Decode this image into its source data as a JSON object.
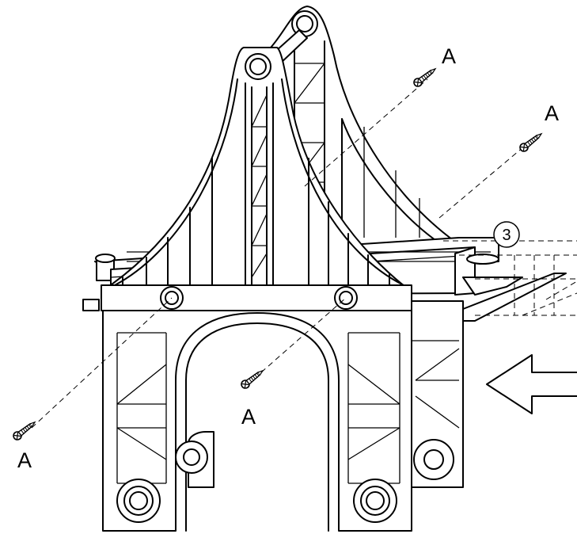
{
  "labels": {
    "screw_label": "A",
    "step_number": "3"
  },
  "icons": {
    "screw": "screw-icon",
    "arrow": "left-arrow-icon",
    "step_badge": "circle-badge"
  },
  "colors": {
    "line": "#000000",
    "background": "#ffffff"
  }
}
